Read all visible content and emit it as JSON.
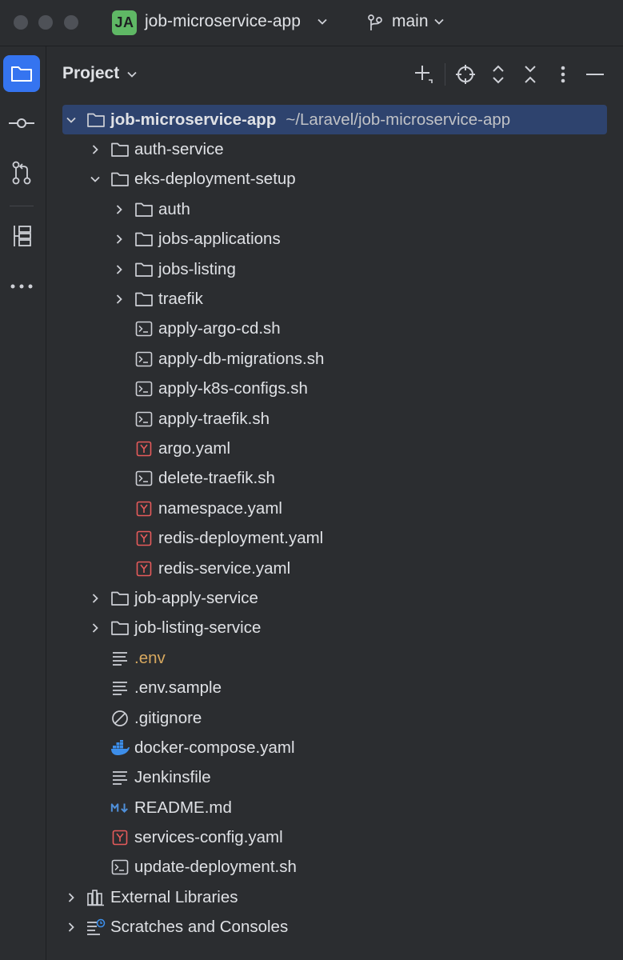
{
  "titlebar": {
    "project_badge": "JA",
    "project_name": "job-microservice-app",
    "branch": "main"
  },
  "colors": {
    "accent": "#3574f0",
    "selection": "#2e436e",
    "badge": "#5fb865",
    "yaml_icon": "#e55b5b",
    "env_text": "#d7a85f",
    "docker_icon": "#3d8eea",
    "markdown_icon": "#4f8fd9"
  },
  "stripe": {
    "items": [
      {
        "icon": "folder-icon",
        "active": true
      },
      {
        "icon": "commit-icon",
        "active": false
      },
      {
        "icon": "pull-request-icon",
        "active": false
      },
      {
        "icon": "structure-icon",
        "active": false
      },
      {
        "icon": "more-icon",
        "active": false
      }
    ]
  },
  "panel": {
    "title": "Project",
    "header_icons": [
      "add-icon",
      "locate-icon",
      "expand-all-icon",
      "collapse-all-icon",
      "options-icon",
      "hide-icon"
    ]
  },
  "tree": [
    {
      "label": "job-microservice-app",
      "path": "~/Laravel/job-microservice-app",
      "type": "folder",
      "depth": 0,
      "arrow": "down",
      "selected": true,
      "bold": true
    },
    {
      "label": "auth-service",
      "type": "folder",
      "depth": 1,
      "arrow": "right"
    },
    {
      "label": "eks-deployment-setup",
      "type": "folder",
      "depth": 1,
      "arrow": "down"
    },
    {
      "label": "auth",
      "type": "folder",
      "depth": 2,
      "arrow": "right"
    },
    {
      "label": "jobs-applications",
      "type": "folder",
      "depth": 2,
      "arrow": "right"
    },
    {
      "label": "jobs-listing",
      "type": "folder",
      "depth": 2,
      "arrow": "right"
    },
    {
      "label": "traefik",
      "type": "folder",
      "depth": 2,
      "arrow": "right"
    },
    {
      "label": "apply-argo-cd.sh",
      "type": "shell",
      "depth": 2
    },
    {
      "label": "apply-db-migrations.sh",
      "type": "shell",
      "depth": 2
    },
    {
      "label": "apply-k8s-configs.sh",
      "type": "shell",
      "depth": 2
    },
    {
      "label": "apply-traefik.sh",
      "type": "shell",
      "depth": 2
    },
    {
      "label": "argo.yaml",
      "type": "yaml",
      "depth": 2
    },
    {
      "label": "delete-traefik.sh",
      "type": "shell",
      "depth": 2
    },
    {
      "label": "namespace.yaml",
      "type": "yaml",
      "depth": 2
    },
    {
      "label": "redis-deployment.yaml",
      "type": "yaml",
      "depth": 2
    },
    {
      "label": "redis-service.yaml",
      "type": "yaml",
      "depth": 2
    },
    {
      "label": "job-apply-service",
      "type": "folder",
      "depth": 1,
      "arrow": "right"
    },
    {
      "label": "job-listing-service",
      "type": "folder",
      "depth": 1,
      "arrow": "right"
    },
    {
      "label": ".env",
      "type": "text",
      "depth": 1,
      "orange": true
    },
    {
      "label": ".env.sample",
      "type": "text",
      "depth": 1
    },
    {
      "label": ".gitignore",
      "type": "ignore",
      "depth": 1
    },
    {
      "label": "docker-compose.yaml",
      "type": "docker",
      "depth": 1
    },
    {
      "label": "Jenkinsfile",
      "type": "text",
      "depth": 1
    },
    {
      "label": "README.md",
      "type": "markdown",
      "depth": 1
    },
    {
      "label": "services-config.yaml",
      "type": "yaml",
      "depth": 1
    },
    {
      "label": "update-deployment.sh",
      "type": "shell",
      "depth": 1
    },
    {
      "label": "External Libraries",
      "type": "libraries",
      "depth": 0,
      "arrow": "right"
    },
    {
      "label": "Scratches and Consoles",
      "type": "scratches",
      "depth": 0,
      "arrow": "right"
    }
  ]
}
